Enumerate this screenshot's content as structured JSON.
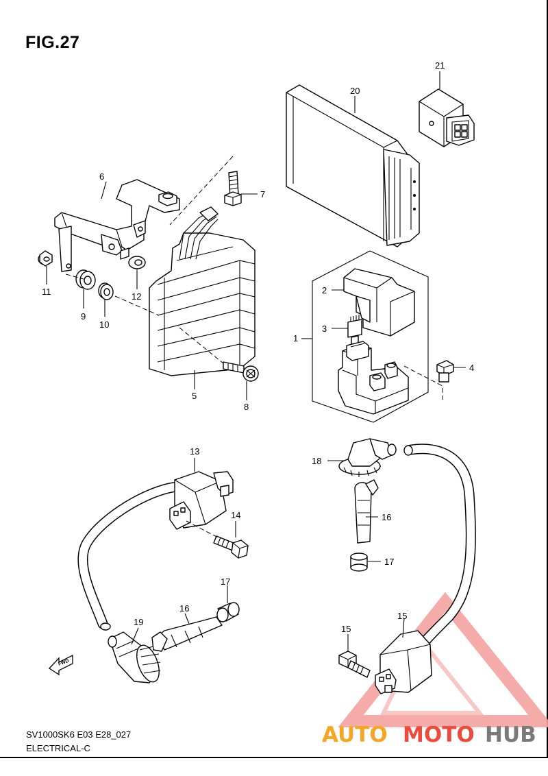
{
  "figure": {
    "title": "FIG.27",
    "code": "SV1000SK6 E03 E28_027",
    "section": "ELECTRICAL-C"
  },
  "callouts": [
    {
      "id": "1",
      "label": "1"
    },
    {
      "id": "2",
      "label": "2"
    },
    {
      "id": "3",
      "label": "3"
    },
    {
      "id": "4",
      "label": "4"
    },
    {
      "id": "5",
      "label": "5"
    },
    {
      "id": "6",
      "label": "6"
    },
    {
      "id": "7",
      "label": "7"
    },
    {
      "id": "8",
      "label": "8"
    },
    {
      "id": "9",
      "label": "9"
    },
    {
      "id": "10",
      "label": "10"
    },
    {
      "id": "11",
      "label": "11"
    },
    {
      "id": "12",
      "label": "12"
    },
    {
      "id": "13",
      "label": "13"
    },
    {
      "id": "14",
      "label": "14"
    },
    {
      "id": "15a",
      "label": "15"
    },
    {
      "id": "15b",
      "label": "15"
    },
    {
      "id": "16a",
      "label": "16"
    },
    {
      "id": "16b",
      "label": "16"
    },
    {
      "id": "17a",
      "label": "17"
    },
    {
      "id": "17b",
      "label": "17"
    },
    {
      "id": "18",
      "label": "18"
    },
    {
      "id": "19",
      "label": "19"
    },
    {
      "id": "20",
      "label": "20"
    },
    {
      "id": "21",
      "label": "21"
    }
  ],
  "fwd_arrow": {
    "label": "FWD"
  },
  "watermark": {
    "part1": "AUTO",
    "part2": "MOTO",
    "part3": "HUB",
    "colors": {
      "orange": "#f5a623",
      "red": "#ee4a3c",
      "gray": "#7a7a7a"
    }
  },
  "colors": {
    "line": "#000000",
    "background": "#ffffff"
  }
}
